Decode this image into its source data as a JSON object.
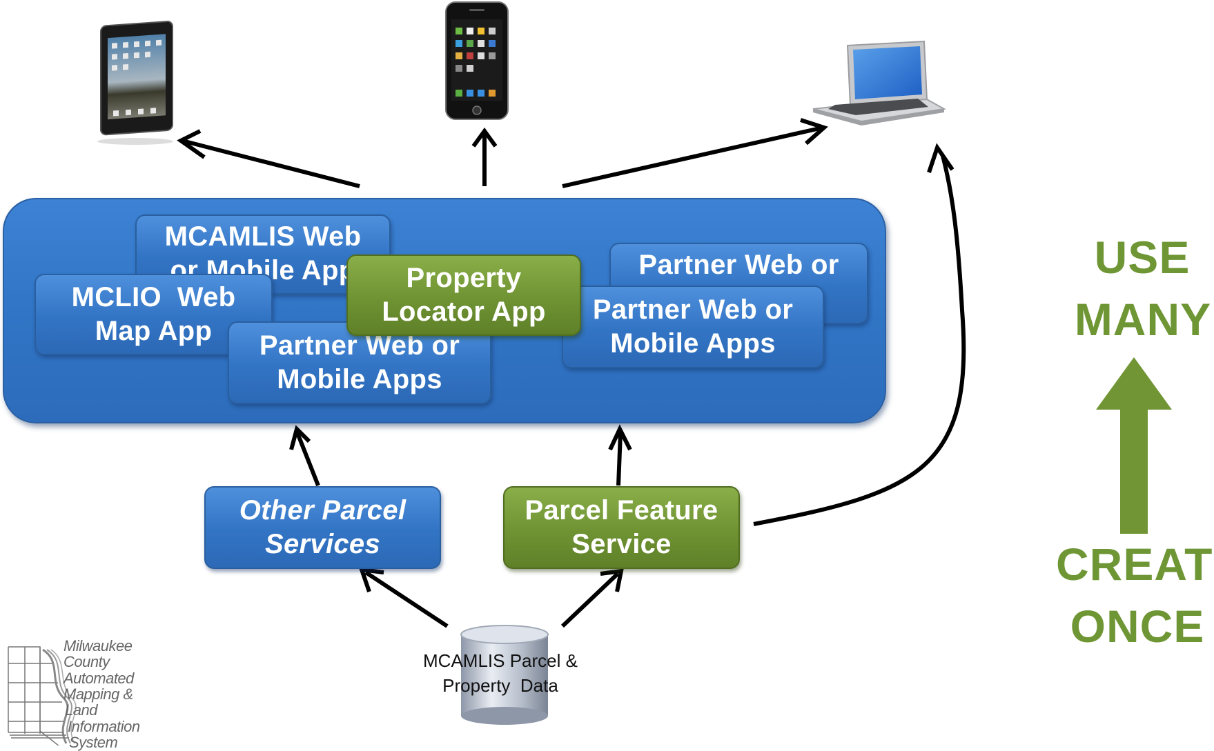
{
  "boxes": {
    "mcamlis_web": "MCAMLIS Web or Mobile App",
    "mclio_web_line1": "MCLIO  Web",
    "mclio_web_line2": "Map App",
    "property_locator_line1": "Property",
    "property_locator_line2": "Locator App",
    "partner_center_line1": "Partner Web or",
    "partner_center_line2": "Mobile Apps",
    "partner_right_back": "Partner Web or",
    "partner_right_front_line1": "Partner Web or",
    "partner_right_front_line2": "Mobile Apps",
    "other_parcel_line1": "Other Parcel",
    "other_parcel_line2": "Services",
    "parcel_feature_line1": "Parcel Feature",
    "parcel_feature_line2": "Service"
  },
  "database": {
    "label_line1": "MCAMLIS Parcel &",
    "label_line2": "Property  Data"
  },
  "side": {
    "use": "USE",
    "many": "MANY",
    "create": "CREATE",
    "once": "ONCE"
  },
  "logo": {
    "line1": "Milwaukee",
    "line2": "County",
    "line3": "Automated",
    "line4": "Mapping &",
    "line5": "Land",
    "line6": "Information",
    "line7": "System"
  },
  "devices": [
    "tablet-icon",
    "smartphone-icon",
    "laptop-icon"
  ],
  "colors": {
    "blue": "#3477c8",
    "green": "#719535",
    "arrow": "#000000"
  }
}
